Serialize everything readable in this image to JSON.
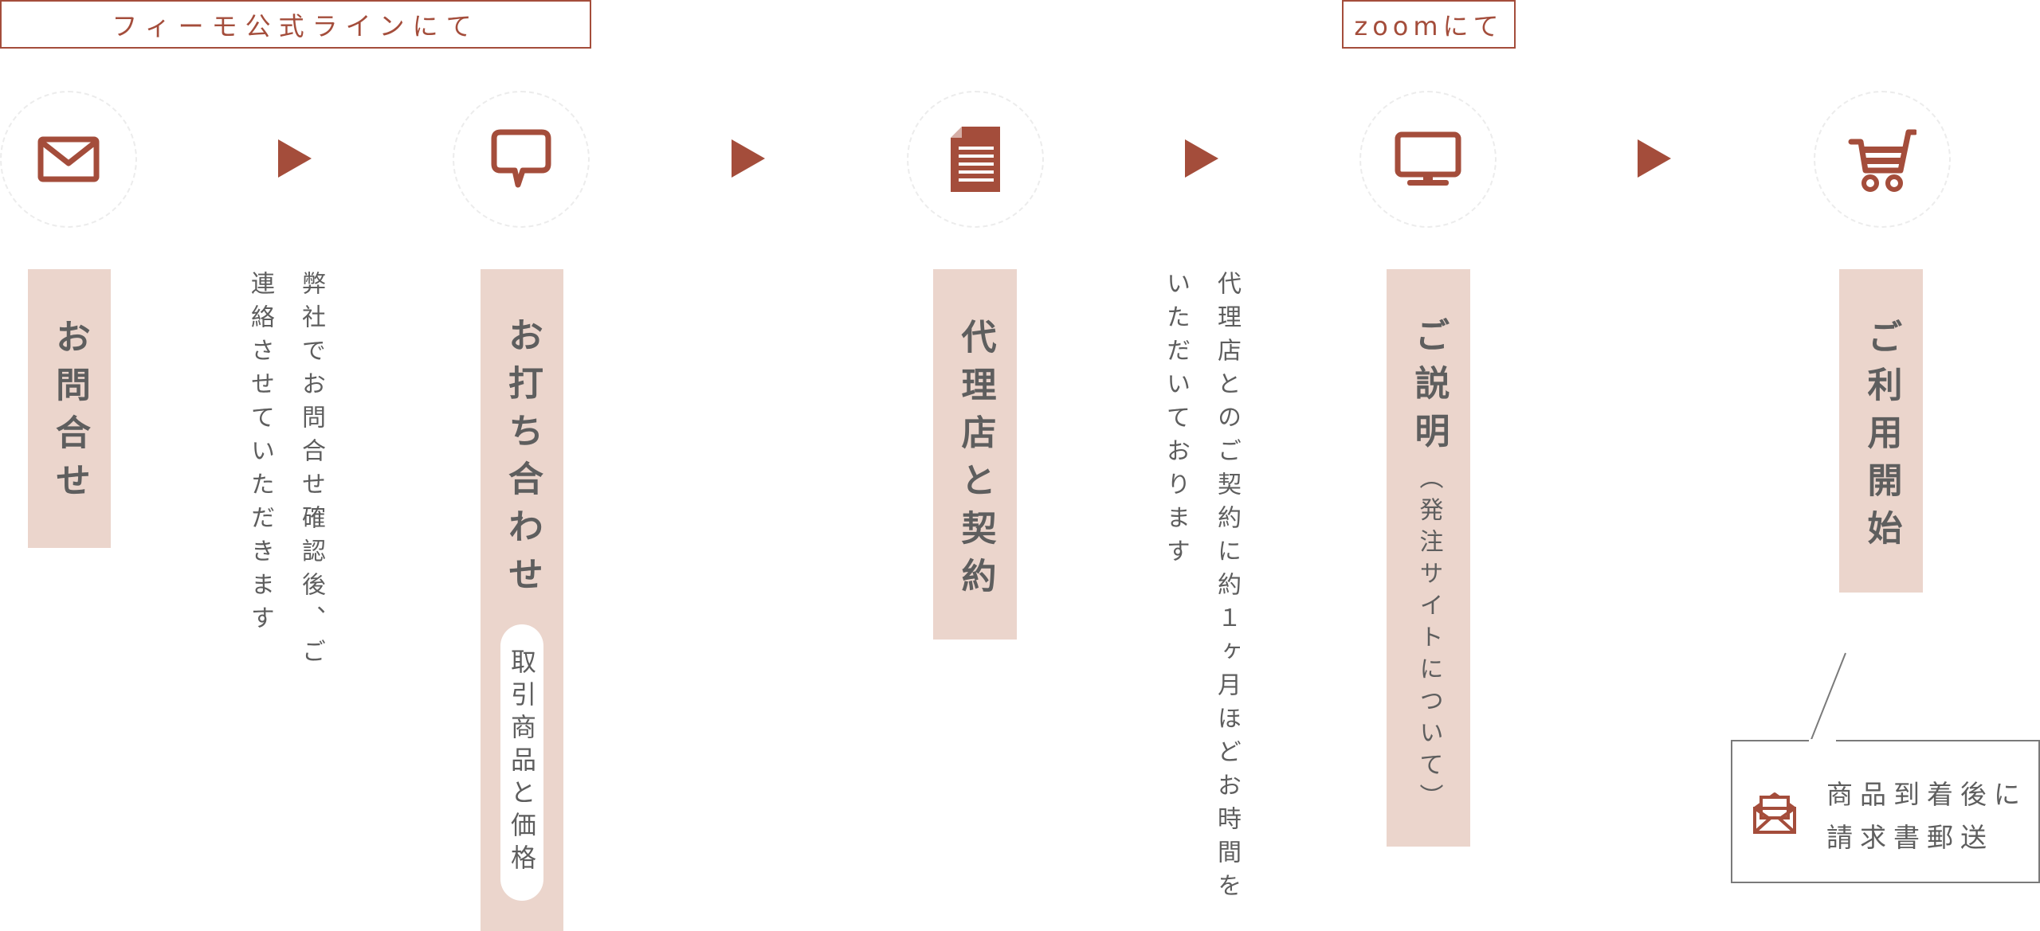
{
  "tags": {
    "line_label": "フィーモ公式ラインにて",
    "zoom_label": "zoomにて"
  },
  "steps": [
    {
      "icon": "envelope-icon",
      "title": "お問合せ",
      "description": "弊社でお問合せ確認後、ご連絡させていただきます"
    },
    {
      "icon": "speech-bubble-icon",
      "title": "お打ち合わせ",
      "pill": "取引商品と価格"
    },
    {
      "icon": "document-icon",
      "title": "代理店と契約",
      "description": "代理店とのご契約に約１ヶ月ほどお時間をいただいております"
    },
    {
      "icon": "monitor-icon",
      "title": "ご説明",
      "title_note": "（発注サイトについて）"
    },
    {
      "icon": "shopping-cart-icon",
      "title": "ご利用開始"
    }
  ],
  "arrow_icon": "triangle-right-icon",
  "callout": {
    "icon": "open-envelope-icon",
    "line1": "商品到着後に",
    "line2": "請求書郵送"
  },
  "colors": {
    "accent": "#a44d3b",
    "box_fill": "#ebd5cc",
    "text": "#5e5e5e"
  }
}
